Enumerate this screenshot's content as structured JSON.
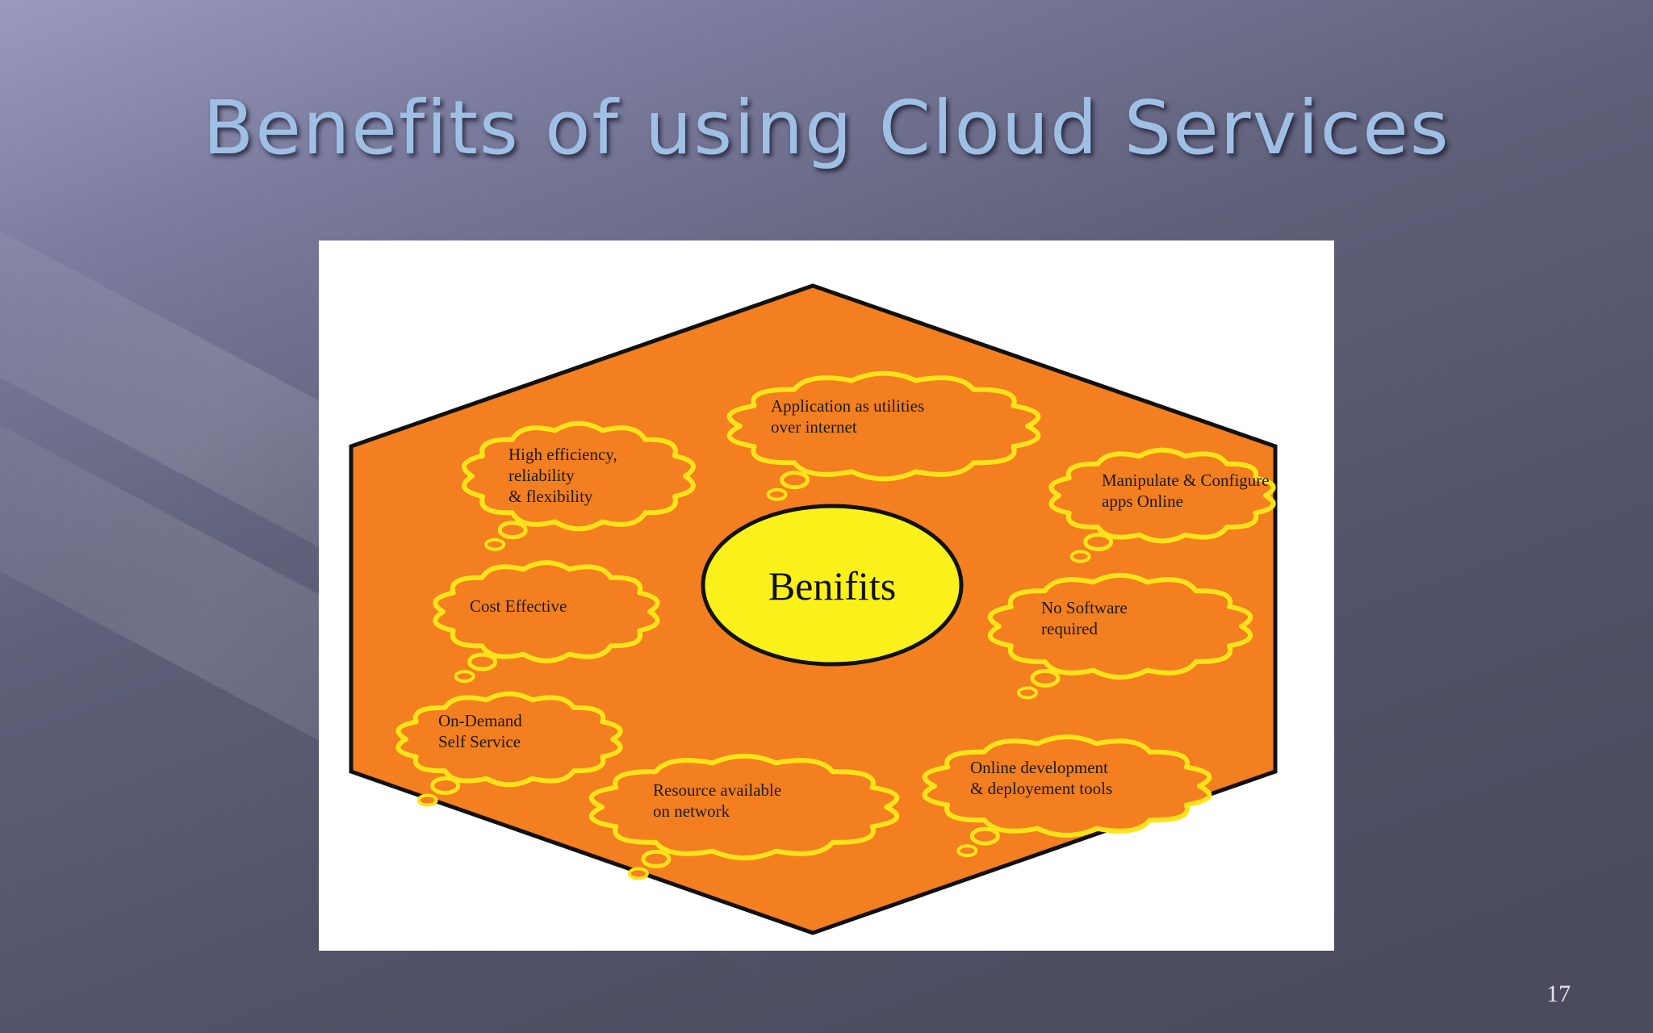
{
  "slide": {
    "title": "Benefits of using Cloud Services",
    "page_number": "17"
  },
  "diagram": {
    "center_label": "Benifits",
    "benefits": [
      {
        "lines": [
          "Application as utilities",
          "over internet"
        ]
      },
      {
        "lines": [
          "High efficiency,",
          "reliability",
          "& flexibility"
        ]
      },
      {
        "lines": [
          "Manipulate & Configure",
          "apps Online"
        ]
      },
      {
        "lines": [
          "Cost Effective"
        ]
      },
      {
        "lines": [
          "No Software",
          "required"
        ]
      },
      {
        "lines": [
          "On-Demand",
          "Self Service"
        ]
      },
      {
        "lines": [
          "Online development",
          "& deployement tools"
        ]
      },
      {
        "lines": [
          "Resource available",
          "on network"
        ]
      }
    ],
    "colors": {
      "hexagon_fill": "#f47f20",
      "bubble_outline": "#ffe31a",
      "center_fill": "#fbf11a",
      "outline": "#111111"
    }
  }
}
